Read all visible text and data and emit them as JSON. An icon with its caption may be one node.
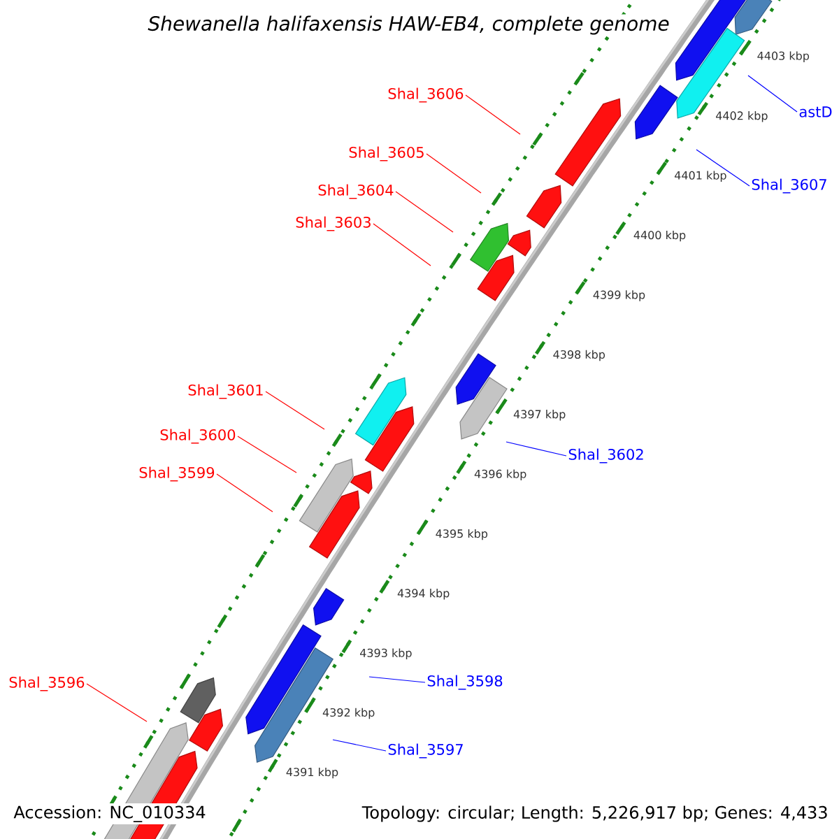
{
  "diagram": {
    "title": "Shewanella halifaxensis HAW-EB4, complete genome",
    "nodes": [
      {
        "text": [
          "Shal_3606"
        ]
      },
      {
        "text": [
          "astD"
        ]
      },
      {
        "text": [
          "Shal_3605"
        ]
      },
      {
        "text": [
          "Shal_3607"
        ]
      },
      {
        "text": [
          "Shal_3604"
        ]
      },
      {
        "text": [
          "Shal_3603"
        ]
      },
      {
        "text": [
          "Shal_3601"
        ]
      },
      {
        "text": [
          "Shal_3600"
        ]
      },
      {
        "text": [
          "Shal_3602"
        ]
      },
      {
        "text": [
          "Shal_3599"
        ]
      },
      {
        "text": [
          "Shal_3598"
        ]
      },
      {
        "text": [
          "Shal_3596"
        ]
      },
      {
        "text": [
          "Shal_3597"
        ]
      }
    ],
    "edges": [
      {
        "from": 0,
        "to": null,
        "arrow": "none"
      },
      {
        "from": 1,
        "to": null,
        "arrow": "none",
        "color": "#0000ff"
      },
      {
        "from": 2,
        "to": null,
        "arrow": "none"
      },
      {
        "from": 3,
        "to": null,
        "arrow": "none",
        "color": "#0000ff"
      },
      {
        "from": 4,
        "to": null,
        "arrow": "none"
      },
      {
        "from": 5,
        "to": null,
        "arrow": "none"
      },
      {
        "from": 6,
        "to": null,
        "arrow": "none"
      },
      {
        "from": 7,
        "to": null,
        "arrow": "none"
      },
      {
        "from": 8,
        "to": null,
        "arrow": "none",
        "color": "#0000ff"
      },
      {
        "from": 9,
        "to": null,
        "arrow": "none"
      },
      {
        "from": 10,
        "to": null,
        "arrow": "none",
        "color": "#0000ff"
      },
      {
        "from": 11,
        "to": null,
        "arrow": "none"
      },
      {
        "from": 12,
        "to": null,
        "arrow": "none",
        "color": "#0000ff"
      }
    ],
    "labels": [
      "4403 kbp",
      "4402 kbp",
      "4401 kbp",
      "4400 kbp",
      "4399 kbp",
      "4398 kbp",
      "4397 kbp",
      "4396 kbp",
      "4395 kbp",
      "4394 kbp",
      "4393 kbp",
      "4392 kbp",
      "4391 kbp",
      "Accession: NC_010334",
      "Topology: circular; Length: 5,226,917 bp; Genes: 4,433"
    ]
  }
}
